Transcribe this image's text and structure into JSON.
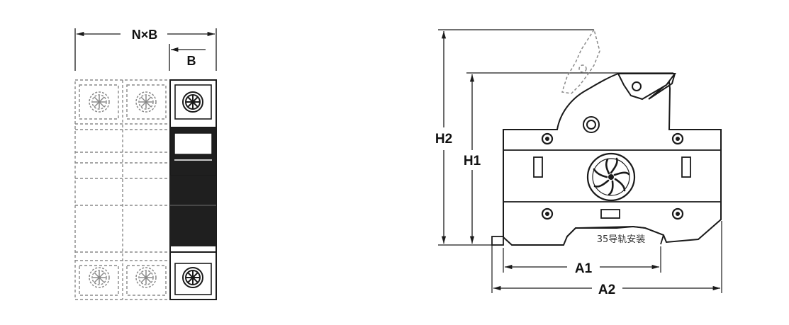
{
  "front_view": {
    "dim_total": "N×B",
    "dim_single": "B"
  },
  "side_view": {
    "dim_h2": "H2",
    "dim_h1": "H1",
    "dim_a1": "A1",
    "dim_a2": "A2",
    "rail_note": "35导轨安装"
  },
  "colors": {
    "line": "#1a1a1a",
    "ghost": "#8a8a8a",
    "fill_dark": "#222222",
    "fill_light": "#ffffff"
  }
}
